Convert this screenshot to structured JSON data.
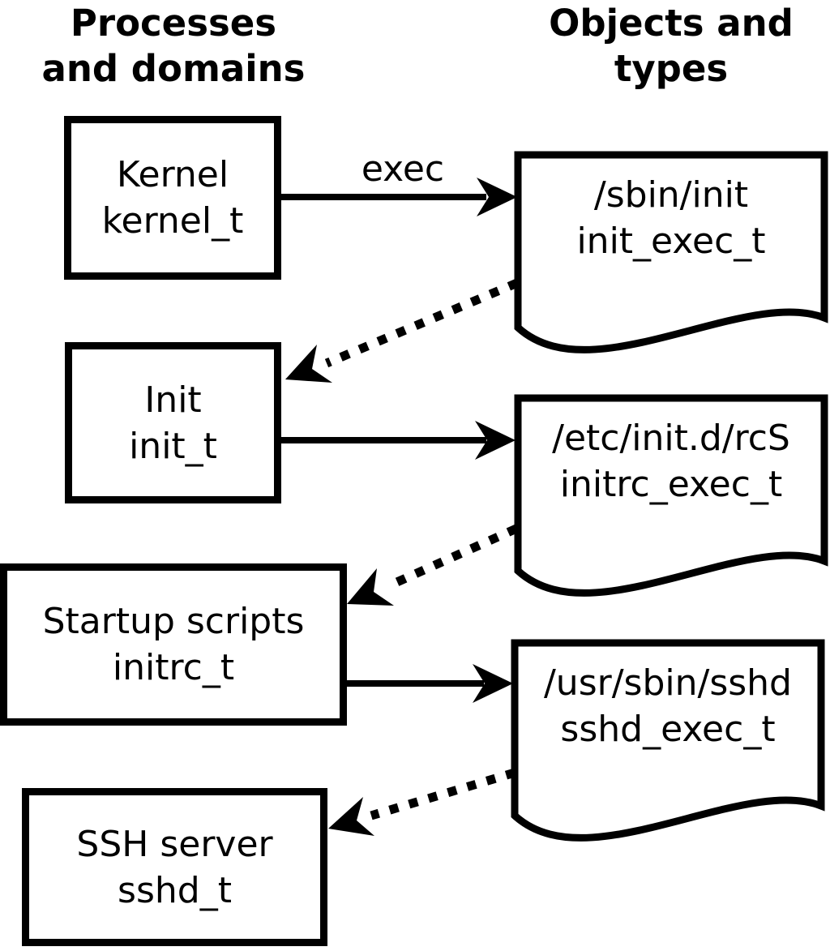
{
  "headers": {
    "left": {
      "line1": "Processes",
      "line2": "and domains"
    },
    "right": {
      "line1": "Objects and",
      "line2": "types"
    }
  },
  "process_boxes": [
    {
      "name": "Kernel",
      "type": "kernel_t"
    },
    {
      "name": "Init",
      "type": "init_t"
    },
    {
      "name": "Startup scripts",
      "type": "initrc_t"
    },
    {
      "name": "SSH server",
      "type": "sshd_t"
    }
  ],
  "object_documents": [
    {
      "path": "/sbin/init",
      "type": "init_exec_t"
    },
    {
      "path": "/etc/init.d/rcS",
      "type": "initrc_exec_t"
    },
    {
      "path": "/usr/sbin/sshd",
      "type": "sshd_exec_t"
    }
  ],
  "edges": [
    {
      "from": "kernel_t",
      "to": "init_exec_t",
      "style": "solid",
      "label": "exec"
    },
    {
      "from": "init_exec_t",
      "to": "init_t",
      "style": "dotted",
      "label": ""
    },
    {
      "from": "init_t",
      "to": "initrc_exec_t",
      "style": "solid",
      "label": ""
    },
    {
      "from": "initrc_exec_t",
      "to": "initrc_t",
      "style": "dotted",
      "label": ""
    },
    {
      "from": "initrc_t",
      "to": "sshd_exec_t",
      "style": "solid",
      "label": ""
    },
    {
      "from": "sshd_exec_t",
      "to": "sshd_t",
      "style": "dotted",
      "label": ""
    }
  ],
  "colors": {
    "ink": "#000000",
    "background": "#ffffff"
  }
}
